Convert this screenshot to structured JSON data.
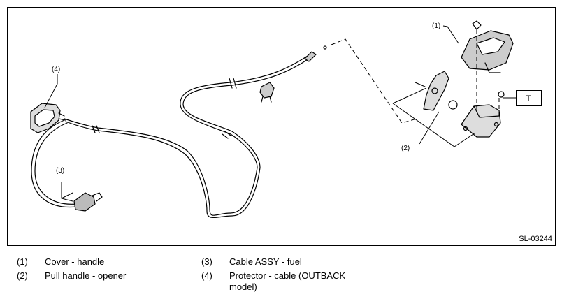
{
  "figure": {
    "code": "SL-03244",
    "callouts": {
      "c1": "(1)",
      "c2": "(2)",
      "c3": "(3)",
      "c4": "(4)",
      "torque": "T"
    }
  },
  "legend": [
    {
      "num": "(1)",
      "text": "Cover - handle"
    },
    {
      "num": "(2)",
      "text": "Pull handle - opener"
    },
    {
      "num": "(3)",
      "text": "Cable ASSY - fuel"
    },
    {
      "num": "(4)",
      "text": "Protector - cable (OUTBACK",
      "text2": "model)"
    }
  ]
}
